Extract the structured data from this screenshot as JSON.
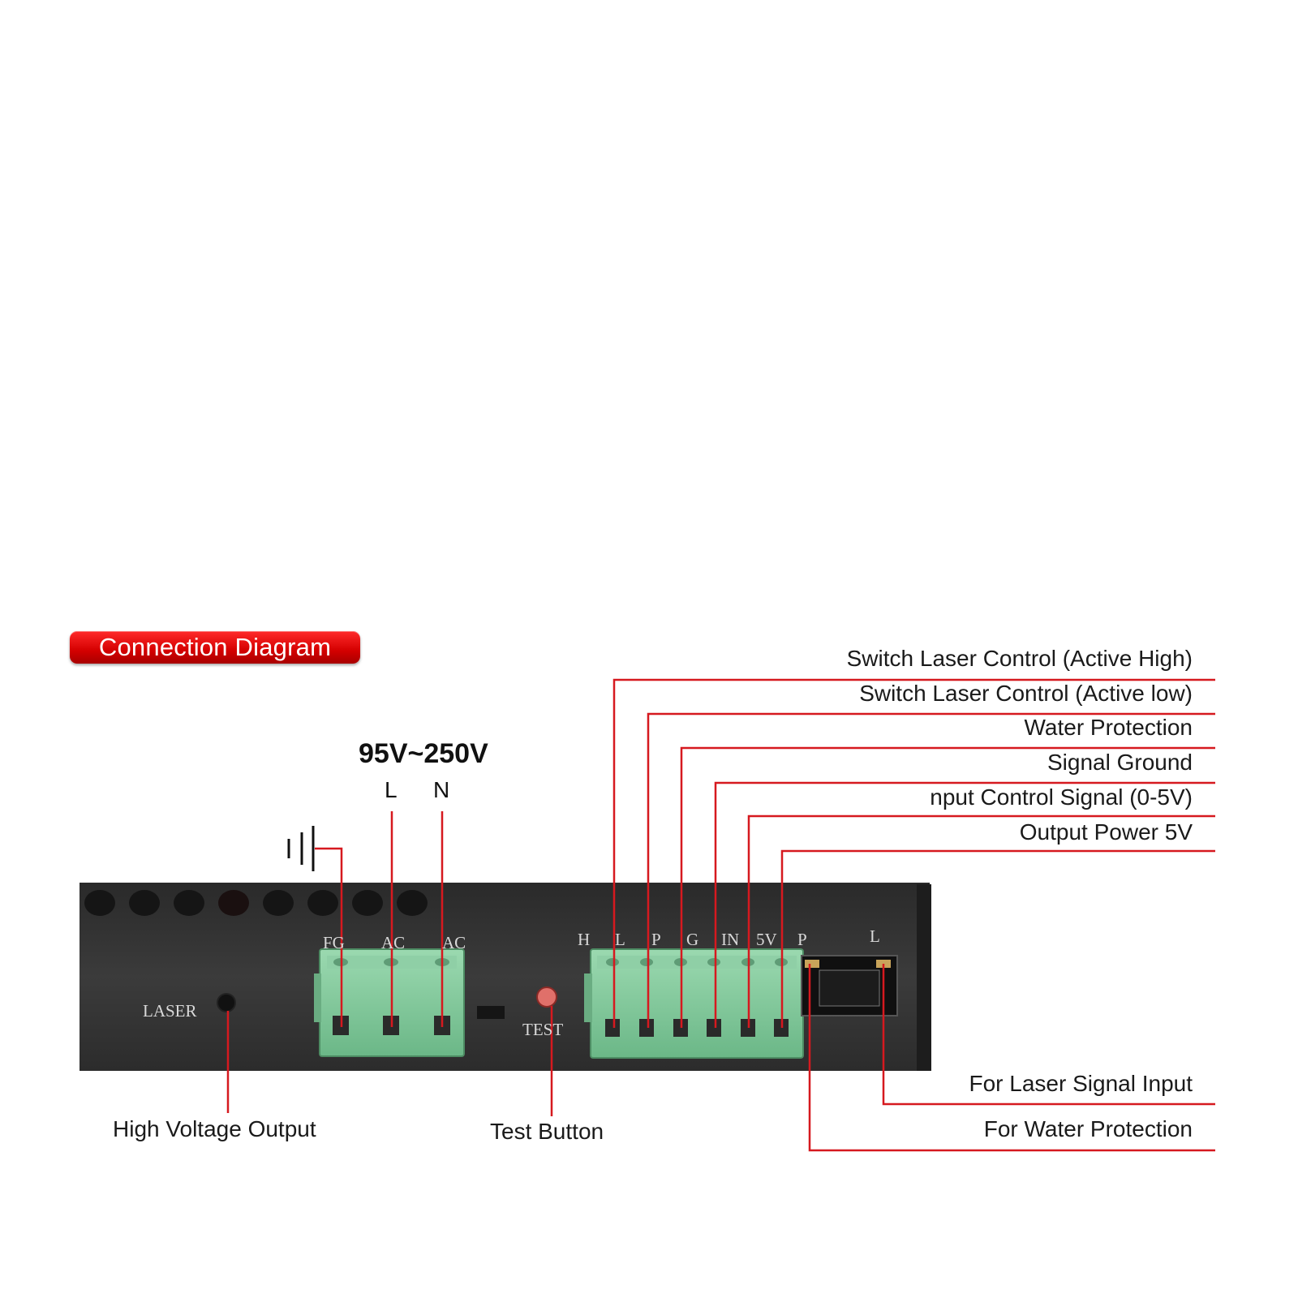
{
  "title": "Connection Diagram",
  "input_voltage": "95V~250V",
  "polarity": {
    "live": "L",
    "neutral": "N"
  },
  "power_terminal_labels": [
    "FG",
    "AC",
    "AC"
  ],
  "signal_terminal_labels": [
    "H",
    "L",
    "P",
    "G",
    "IN",
    "5V"
  ],
  "port_labels": [
    "P",
    "L"
  ],
  "laser_label": "LASER",
  "test_label": "TEST",
  "callouts_right": [
    "Switch Laser Control (Active High)",
    "Switch Laser Control (Active low)",
    "Water Protection",
    "Signal Ground",
    "nput Control Signal (0-5V)",
    "Output Power 5V"
  ],
  "callouts_port": [
    "For Laser Signal Input",
    "For Water Protection"
  ],
  "callout_high_voltage": "High Voltage Output",
  "callout_test": "Test Button",
  "colors": {
    "leader": "#d6191f",
    "badge": "#e01010",
    "panel": "#3a3a3a",
    "terminal": "#7ec79a"
  }
}
